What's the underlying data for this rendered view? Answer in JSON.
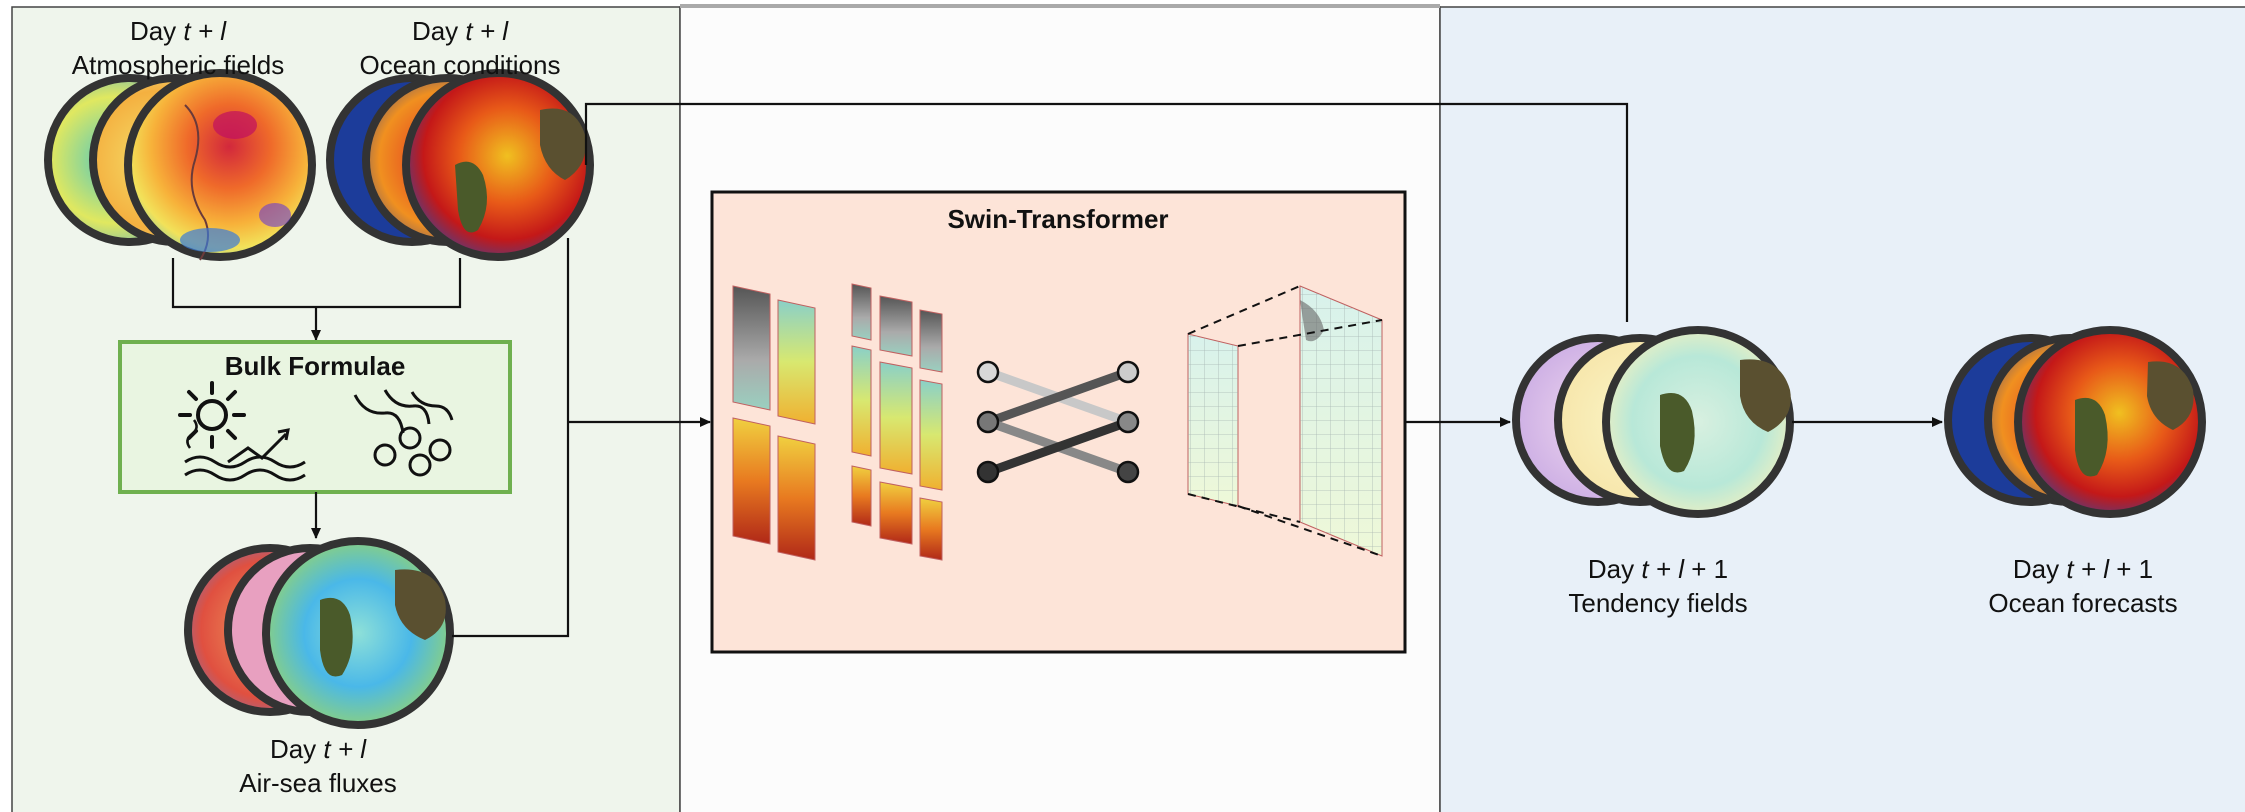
{
  "colors": {
    "panel_left_bg": "#eff5ec",
    "panel_right_bg": "#e8f0f8",
    "bulk_box_fill": "#e9f5e1",
    "bulk_box_stroke": "#6fb04f",
    "swin_fill": "#fde4d8",
    "line": "#111111"
  },
  "inputs": {
    "atmospheric": {
      "day_prefix": "Day ",
      "day_var": "t + l",
      "title": "Atmospheric fields"
    },
    "ocean": {
      "day_prefix": "Day ",
      "day_var": "t + l",
      "title": "Ocean conditions"
    },
    "fluxes": {
      "day_prefix": "Day ",
      "day_var": "t + l",
      "title": "Air-sea fluxes"
    }
  },
  "bulk": {
    "title": "Bulk Formulae",
    "icons": [
      "sun-icon",
      "wave-icon",
      "wind-swirl-icon"
    ]
  },
  "swin": {
    "title": "Swin-Transformer"
  },
  "outputs": {
    "tendency": {
      "day_prefix": "Day ",
      "day_var": "t + l",
      "day_suffix": " + 1",
      "title": "Tendency fields"
    },
    "forecast": {
      "day_prefix": "Day ",
      "day_var": "t + l",
      "day_suffix": " + 1",
      "title": "Ocean forecasts"
    }
  }
}
